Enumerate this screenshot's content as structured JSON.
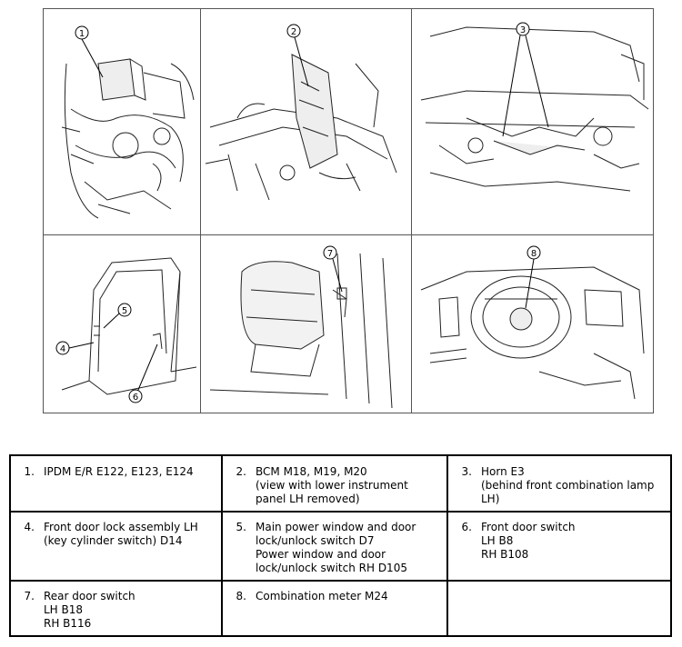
{
  "callouts": [
    "1",
    "2",
    "3",
    "4",
    "5",
    "6",
    "7",
    "8"
  ],
  "legend": [
    {
      "num": "1.",
      "lines": [
        "IPDM E/R E122, E123, E124"
      ]
    },
    {
      "num": "2.",
      "lines": [
        "BCM M18, M19, M20",
        "(view with lower instrument",
        "panel LH removed)"
      ]
    },
    {
      "num": "3.",
      "lines": [
        "Horn E3",
        "(behind front combination lamp",
        "LH)"
      ]
    },
    {
      "num": "4.",
      "lines": [
        "Front door lock assembly LH",
        "(key cylinder switch) D14"
      ]
    },
    {
      "num": "5.",
      "lines": [
        "Main power window and door",
        "lock/unlock switch D7",
        "Power window and door",
        "lock/unlock switch RH D105"
      ]
    },
    {
      "num": "6.",
      "lines": [
        "Front door switch",
        "LH B8",
        "RH B108"
      ]
    },
    {
      "num": "7.",
      "lines": [
        "Rear door switch",
        "LH B18",
        "RH B116"
      ]
    },
    {
      "num": "8.",
      "lines": [
        "Combination meter M24"
      ]
    }
  ]
}
